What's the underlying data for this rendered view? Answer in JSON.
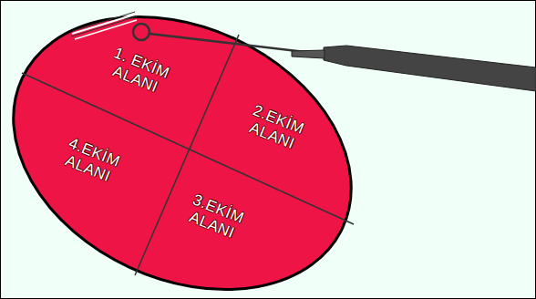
{
  "diagram": {
    "labels": [
      "1. EKİM ALANI",
      "2.EKİM ALANI",
      "3.EKİM ALANI",
      "4.EKİM ALANI"
    ]
  }
}
